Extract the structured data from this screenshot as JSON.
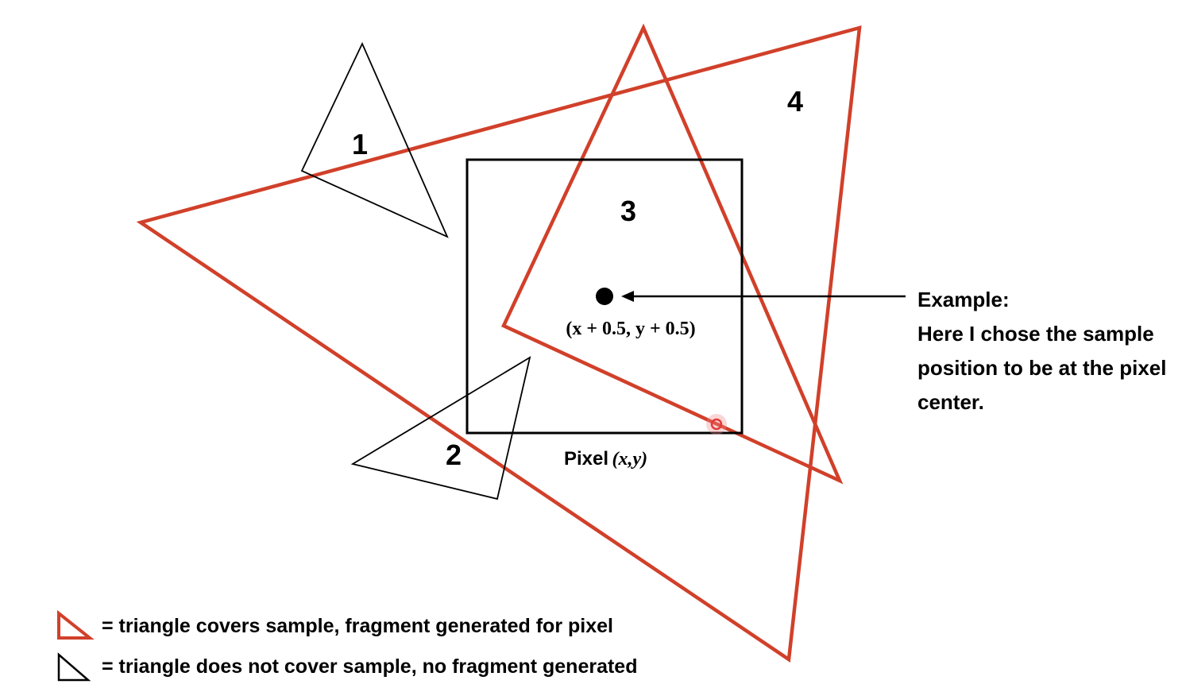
{
  "colors": {
    "covers": "#d1402a",
    "not_covers": "#000000",
    "cursor": "#e23a3a"
  },
  "triangles": [
    {
      "label": "1",
      "covers_sample": false
    },
    {
      "label": "2",
      "covers_sample": false
    },
    {
      "label": "3",
      "covers_sample": true
    },
    {
      "label": "4",
      "covers_sample": true
    }
  ],
  "sample_coordinate": "(x + 0.5, y + 0.5)",
  "pixel_label": {
    "prefix": "Pixel",
    "coords": "(x,y)"
  },
  "annotation": {
    "title": "Example:",
    "lines": [
      "Here I chose the sample",
      "position to be at the pixel",
      "center."
    ]
  },
  "legend": [
    {
      "text": "= triangle covers sample, fragment generated for pixel",
      "icon": "red-triangle-icon"
    },
    {
      "text": "= triangle does not cover sample, no fragment generated",
      "icon": "black-triangle-icon"
    }
  ]
}
